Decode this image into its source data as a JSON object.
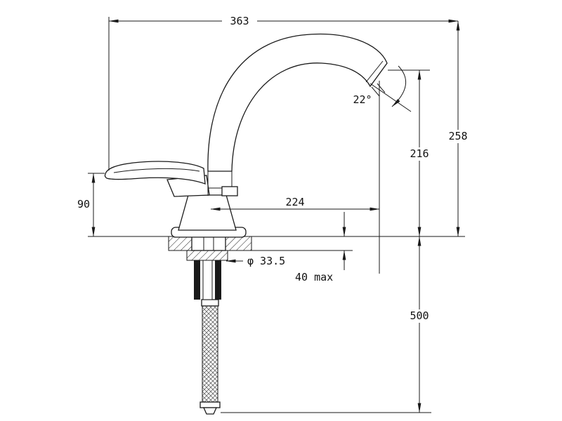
{
  "drawing": {
    "subject": "kitchen faucet side view with installation dimensions",
    "line_color": "#1a1a1a",
    "background": "#ffffff"
  },
  "dimensions": {
    "top_width": "363",
    "overall_height": "258",
    "outlet_height": "216",
    "outlet_angle": "22°",
    "handle_height": "90",
    "spout_reach": "224",
    "hole_diameter": "φ 33.5",
    "deck_thickness_max": "40 max",
    "hose_length": "500"
  }
}
